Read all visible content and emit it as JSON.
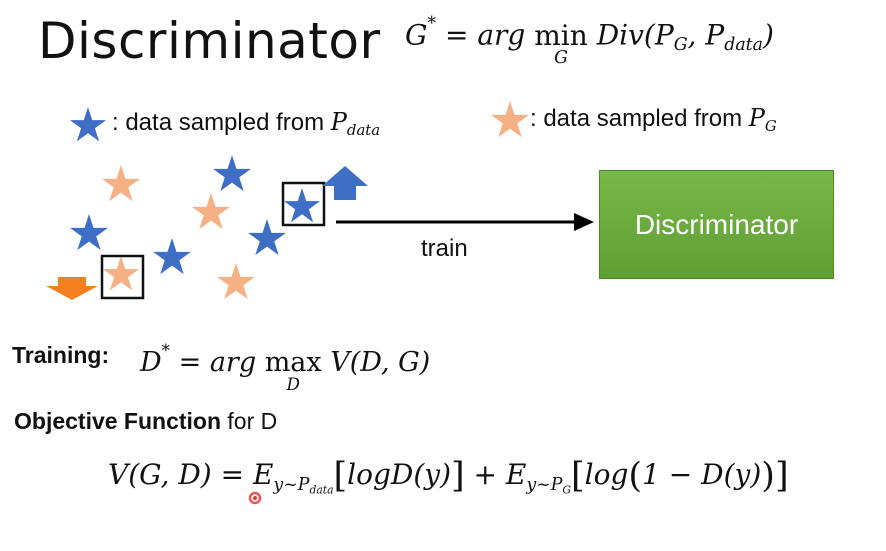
{
  "slide": {
    "title": "Discriminator"
  },
  "generator_objective": {
    "lhs": "G",
    "lhs_sup": "*",
    "eq": " = ",
    "arg": "arg ",
    "min": "min",
    "min_under": "G",
    "div": "Div(",
    "p1": "P",
    "p1_sub": "G",
    "comma": ", ",
    "p2": "P",
    "p2_sub": "data",
    "close": ")"
  },
  "legend": {
    "real_text": ": data sampled from ",
    "real_p": "P",
    "real_sub": "data",
    "fake_text": ": data sampled from ",
    "fake_p": "P",
    "fake_sub": "G"
  },
  "colors": {
    "real_star": "#3f6fc4",
    "fake_star": "#f5b183",
    "up_arrow": "#3f6fc4",
    "down_arrow": "#f4801f",
    "discriminator_box": "#6aad3f",
    "highlight_dot": "#e53935"
  },
  "train_label": "train",
  "discriminator_label": "Discriminator",
  "training": {
    "label": "Training:",
    "lhs": "D",
    "lhs_sup": "*",
    "eq": " = ",
    "arg": "arg ",
    "max": "max",
    "max_under": "D",
    "v": " V(D, G)"
  },
  "objective": {
    "bold": "Objective Function",
    "rest": " for D"
  },
  "value_function": {
    "lhs": "V(G, D) = ",
    "e1": "E",
    "e1_sub": "y~P",
    "e1_subsub": "data",
    "br1_open": "[",
    "t1": "logD(y)",
    "br1_close": "]",
    "plus": " + ",
    "e2": "E",
    "e2_sub": "y~P",
    "e2_subsub": "G",
    "br2_open": "[",
    "t2a": "log",
    "p_open": "(",
    "t2b": "1 − D(y)",
    "p_close": ")",
    "br2_close": "]"
  },
  "icons": {
    "real_star": "star-icon",
    "fake_star": "star-icon",
    "up_arrow": "up-arrow-icon",
    "down_arrow": "down-arrow-icon",
    "train_arrow": "right-arrow-icon"
  }
}
